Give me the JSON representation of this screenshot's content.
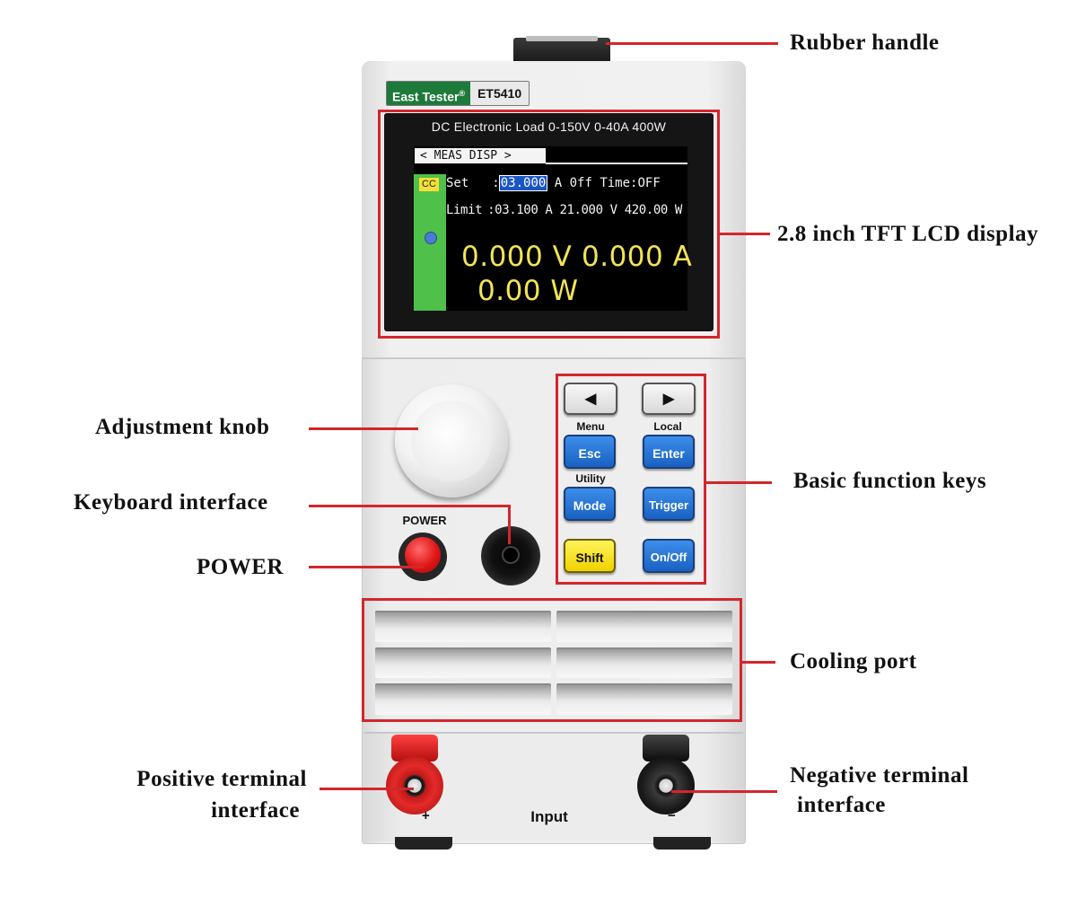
{
  "device": {
    "brand": "East Tester",
    "brand_mark": "®",
    "model": "ET5410",
    "subtitle": "DC Electronic Load 0-150V 0-40A 400W"
  },
  "lcd": {
    "menu_bar": "< MEAS  DISP >",
    "mode_badge": "CC",
    "set_label": "Set",
    "set_value": "03.000",
    "set_suffix": "A 0ff  Time:OFF",
    "limit_label": "Limit",
    "limit_value": ":03.100 A 21.000 V 420.00 W",
    "voltage": "0.000 V",
    "current": "0.000 A",
    "power": "0.00 W"
  },
  "controls": {
    "power_label": "POWER",
    "keys": {
      "left_arrow": "◀",
      "right_arrow": "▶",
      "menu_label": "Menu",
      "local_label": "Local",
      "esc": "Esc",
      "enter": "Enter",
      "utility_label": "Utility",
      "mode": "Mode",
      "trigger": "Trigger",
      "shift": "Shift",
      "onoff": "On/Off"
    },
    "input_label": "Input",
    "positive_mark": "+",
    "negative_mark": "−"
  },
  "callouts": {
    "rubber_handle": "Rubber handle",
    "lcd_display": "2.8 inch TFT LCD display",
    "adjustment_knob": "Adjustment knob",
    "keyboard_interface": "Keyboard interface",
    "power": "POWER",
    "basic_function_keys": "Basic function keys",
    "cooling_port": "Cooling port",
    "positive_terminal_line1": "Positive terminal",
    "positive_terminal_line2": "interface",
    "negative_terminal_line1": "Negative terminal",
    "negative_terminal_line2": "interface"
  },
  "colors": {
    "callout_red": "#d3262c",
    "brand_green": "#1e7a3b",
    "lcd_yellow": "#f2e455",
    "key_blue": "#2a74d6",
    "key_yellow": "#f5de1a",
    "power_red": "#e01515"
  }
}
